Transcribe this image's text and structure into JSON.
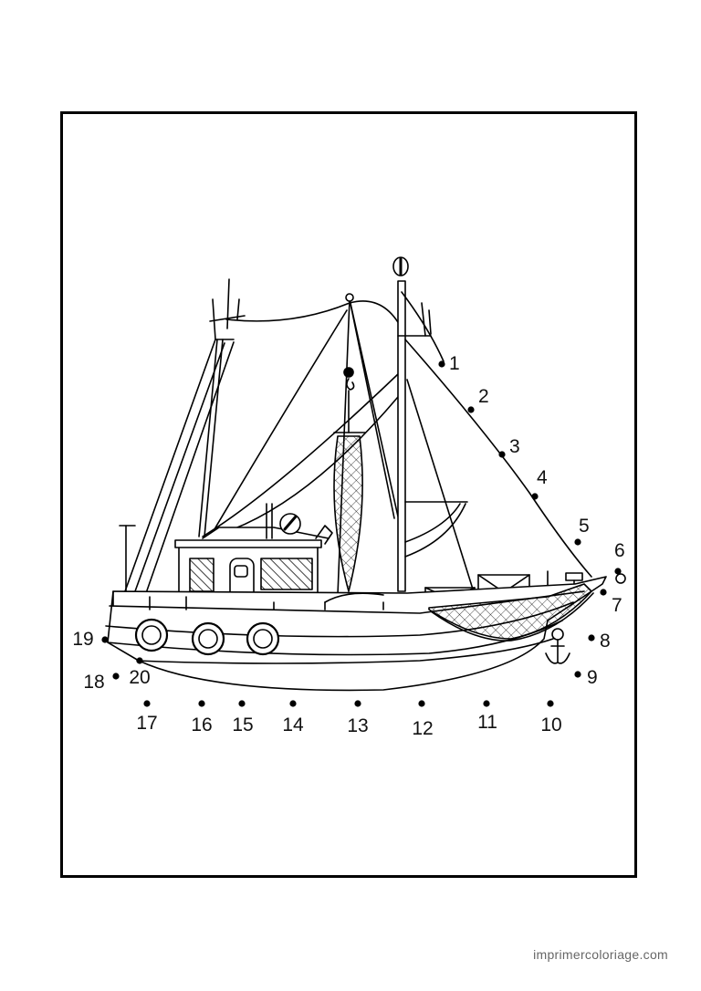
{
  "puzzle": {
    "dots": [
      {
        "n": "1"
      },
      {
        "n": "2"
      },
      {
        "n": "3"
      },
      {
        "n": "4"
      },
      {
        "n": "5"
      },
      {
        "n": "6"
      },
      {
        "n": "7"
      },
      {
        "n": "8"
      },
      {
        "n": "9"
      },
      {
        "n": "10"
      },
      {
        "n": "11"
      },
      {
        "n": "12"
      },
      {
        "n": "13"
      },
      {
        "n": "14"
      },
      {
        "n": "15"
      },
      {
        "n": "16"
      },
      {
        "n": "17"
      },
      {
        "n": "18"
      },
      {
        "n": "19"
      },
      {
        "n": "20"
      }
    ]
  },
  "footer": {
    "site": "imprimercoloriage.com"
  }
}
